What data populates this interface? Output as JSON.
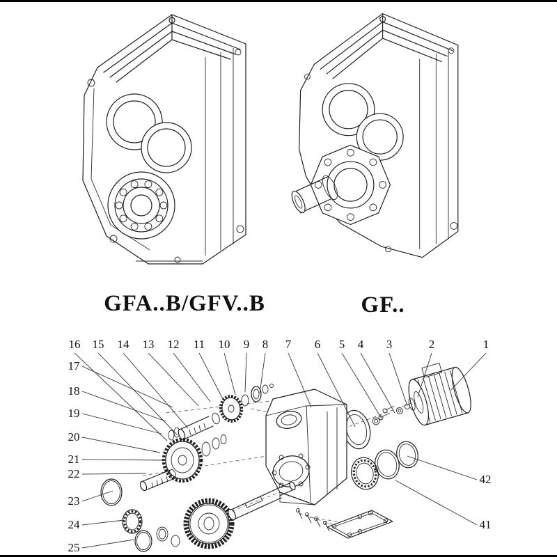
{
  "colors": {
    "line": "#1c1c1c",
    "background": "#ffffff"
  },
  "figures": {
    "left": {
      "label": "GFA..B/GFV..B"
    },
    "right": {
      "label": "GF.."
    }
  },
  "exploded": {
    "top": [
      "16",
      "15",
      "14",
      "13",
      "12",
      "11",
      "10",
      "9",
      "8",
      "7",
      "6",
      "5",
      "4",
      "3",
      "2",
      "1"
    ],
    "left": [
      "17",
      "18",
      "19",
      "20",
      "21",
      "22",
      "23",
      "24",
      "25"
    ],
    "right": [
      "42",
      "41"
    ]
  }
}
